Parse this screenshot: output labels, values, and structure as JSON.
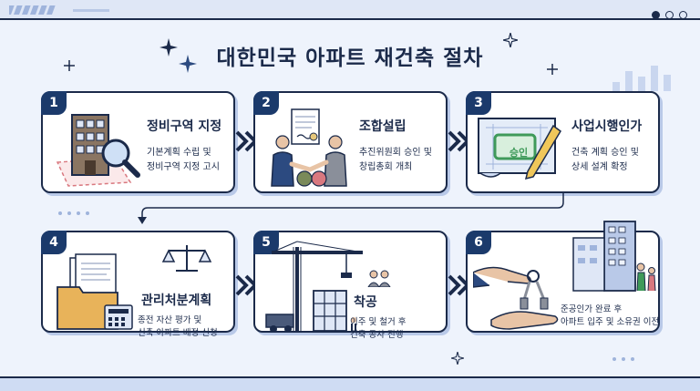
{
  "title": "대한민국 아파트 재건축 절차",
  "steps": [
    {
      "number": "1",
      "title": "정비구역 지정",
      "desc": [
        "기본계획 수립 및",
        "정비구역 지정 고시"
      ]
    },
    {
      "number": "2",
      "title": "조합설립",
      "desc": [
        "추진위원회 승인 및",
        "창립총회 개최"
      ]
    },
    {
      "number": "3",
      "title": "사업시행인가",
      "desc": [
        "건축 계획 승인 및",
        "상세 설계 확정"
      ],
      "stamp_text": "승인"
    },
    {
      "number": "4",
      "title": "관리처분계획",
      "desc": [
        "종전 자산 평가 및",
        "신축 아파트 배정 신청"
      ]
    },
    {
      "number": "5",
      "title": "착공",
      "desc": [
        "이주 및 철거 후",
        "건축 공사 진행"
      ]
    },
    {
      "number": "6",
      "title": "",
      "desc": [
        "준공인가 완료 후",
        "아파트 입주 및 소유권 이전"
      ]
    }
  ],
  "colors": {
    "navy": "#1b2a4a",
    "badge": "#1b3a6b",
    "light_blue": "#b9c9e8",
    "accent_green": "#3f9a5a"
  }
}
